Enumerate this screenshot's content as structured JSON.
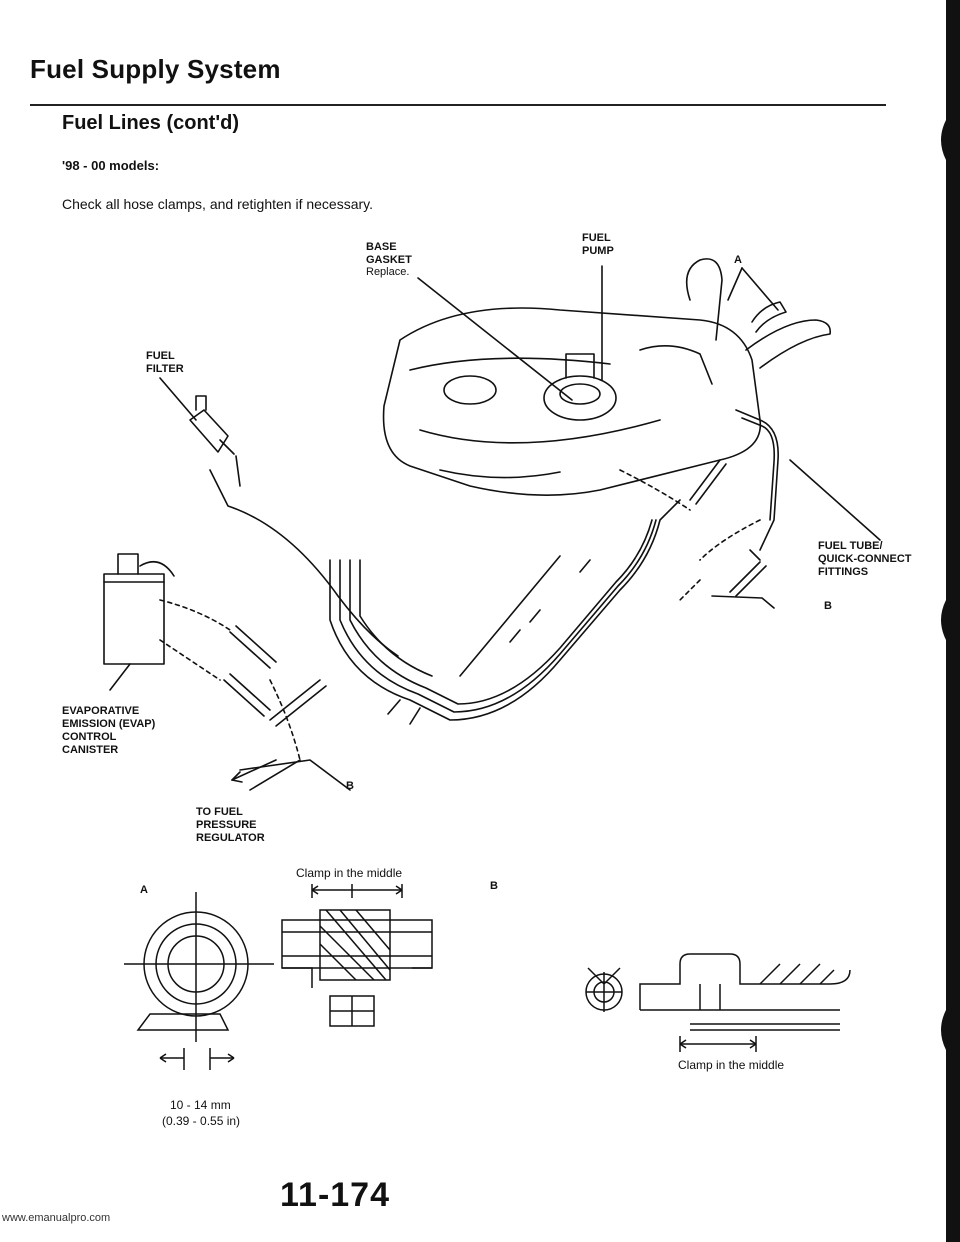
{
  "header": {
    "title": "Fuel Supply System",
    "subtitle": "Fuel Lines (cont'd)",
    "models": "'98 - 00 models:",
    "instruction": "Check all hose clamps, and retighten if necessary."
  },
  "labels": {
    "base_gasket": [
      "BASE",
      "GASKET"
    ],
    "base_gasket_note": "Replace.",
    "fuel_pump": [
      "FUEL",
      "PUMP"
    ],
    "fuel_filter": [
      "FUEL",
      "FILTER"
    ],
    "fuel_tube": [
      "FUEL TUBE/",
      "QUICK-CONNECT",
      "FITTINGS"
    ],
    "evap": [
      "EVAPORATIVE",
      "EMISSION (EVAP)",
      "CONTROL",
      "CANISTER"
    ],
    "regulator": [
      "To FUEL",
      "PRESSURE",
      "REGULATOR"
    ],
    "callout_a": "A",
    "callout_b": "B",
    "clamp_middle": "Clamp in the middle",
    "dimension_mm": "10 - 14 mm",
    "dimension_in": "(0.39 - 0.55 in)"
  },
  "footer": {
    "page_number": "11-174",
    "url": "www.emanualpro.com"
  }
}
